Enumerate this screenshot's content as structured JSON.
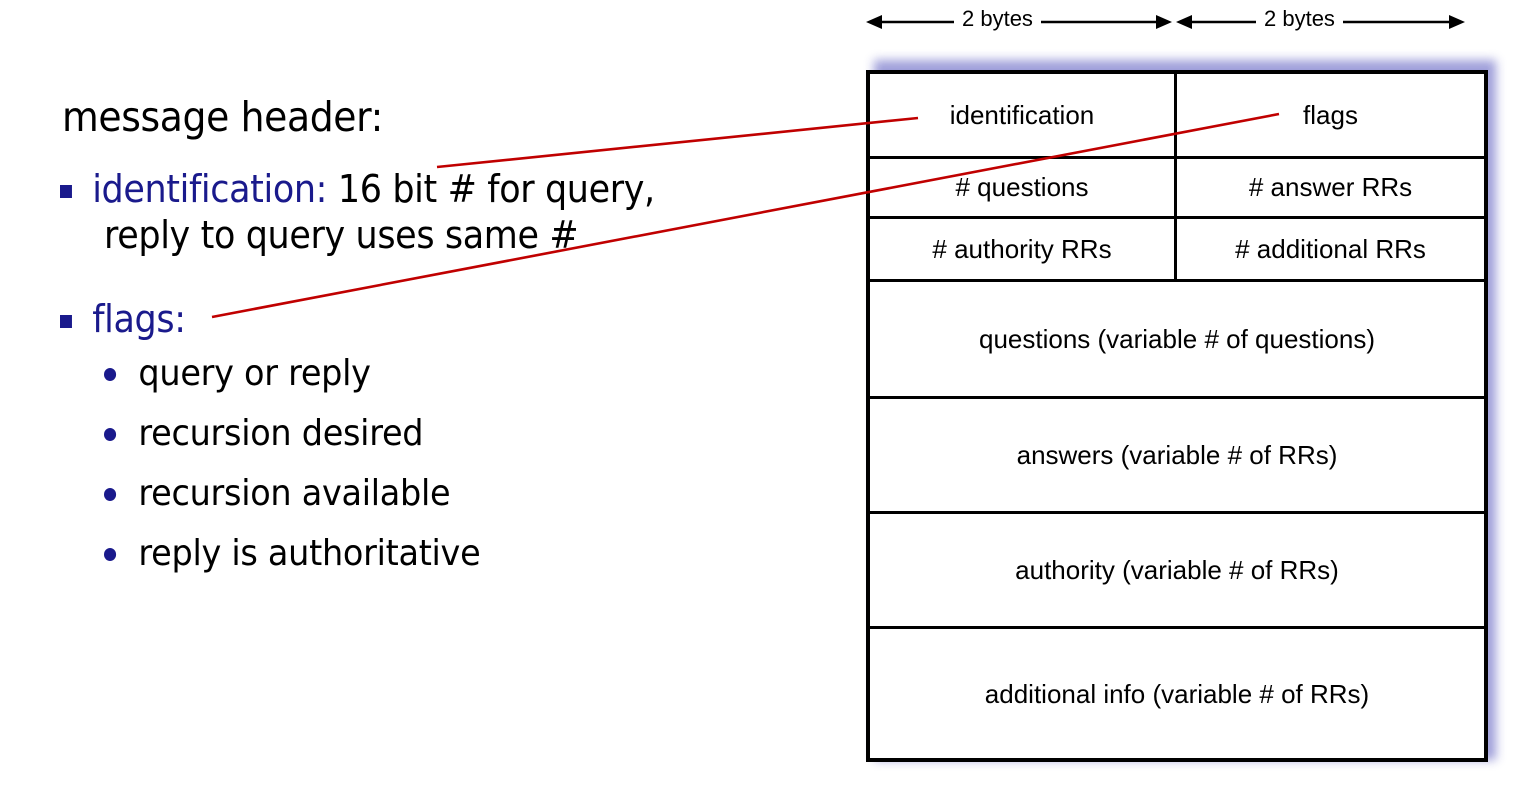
{
  "slide": {
    "heading": "message header:",
    "accent_color": "#1a1a8c",
    "leader_color": "#c00000",
    "shadow_color": "#9a9ad8"
  },
  "bullets": [
    {
      "term": "identification:",
      "rest": " 16 bit # for query,",
      "continuation": "reply to query uses same #"
    },
    {
      "term": "flags:",
      "rest": "",
      "continuation": ""
    }
  ],
  "sub_bullets": [
    "query or reply",
    "recursion desired",
    "recursion available",
    "reply is authoritative"
  ],
  "ruler": {
    "left_label": "2 bytes",
    "right_label": "2 bytes"
  },
  "header_table": {
    "rows": [
      {
        "type": "split",
        "cells": [
          "identification",
          "flags"
        ]
      },
      {
        "type": "split",
        "cells": [
          "# questions",
          "# answer RRs"
        ]
      },
      {
        "type": "split",
        "cells": [
          "# authority RRs",
          "# additional RRs"
        ]
      },
      {
        "type": "full",
        "cells": [
          "questions (variable # of questions)"
        ]
      },
      {
        "type": "full",
        "cells": [
          "answers (variable # of RRs)"
        ]
      },
      {
        "type": "full",
        "cells": [
          "authority (variable # of RRs)"
        ]
      },
      {
        "type": "full",
        "cells": [
          "additional info (variable # of RRs)"
        ]
      }
    ]
  }
}
